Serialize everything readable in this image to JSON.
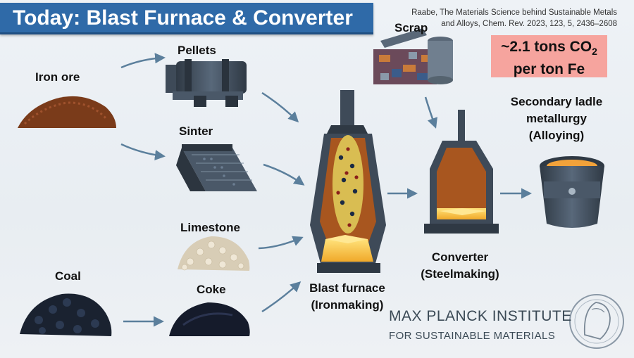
{
  "title": "Today: Blast Furnace & Converter",
  "citation": {
    "line1": "Raabe, The Materials Science behind Sustainable Metals",
    "line2": "and Alloys, Chem. Rev. 2023, 123, 5, 2436–2608"
  },
  "co2": {
    "line1_prefix": "~2.1 tons CO",
    "line1_sub": "2",
    "line2": "per ton Fe"
  },
  "inputs": {
    "iron_ore": "Iron ore",
    "coal": "Coal",
    "pellets": "Pellets",
    "sinter": "Sinter",
    "limestone": "Limestone",
    "coke": "Coke",
    "scrap": "Scrap"
  },
  "stages": {
    "blast_furnace": {
      "line1": "Blast furnace",
      "line2": "(Ironmaking)"
    },
    "converter": {
      "line1": "Converter",
      "line2": "(Steelmaking)"
    },
    "ladle": {
      "line1": "Secondary ladle",
      "line2": "metallurgy",
      "line3": "(Alloying)"
    }
  },
  "logo": {
    "line1": "MAX PLANCK INSTITUTE",
    "line2": "FOR SUSTAINABLE MATERIALS"
  },
  "colors": {
    "title_bar": "#2f6aa8",
    "co2_box": "#f6a49e",
    "arrow": "#5b7f9c",
    "machinery": "#3e4a58",
    "molten": "#f7c23a"
  }
}
